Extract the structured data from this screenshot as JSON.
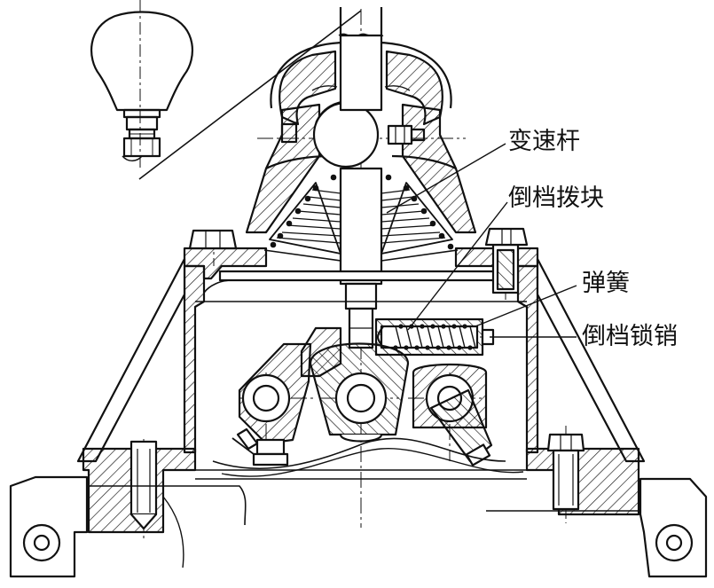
{
  "labels": {
    "shift_lever": "变速杆",
    "reverse_block": "倒档拨块",
    "spring": "弹簧",
    "reverse_lock_pin": "倒档锁销"
  },
  "colors": {
    "ink": "#111111",
    "paper": "#ffffff"
  }
}
